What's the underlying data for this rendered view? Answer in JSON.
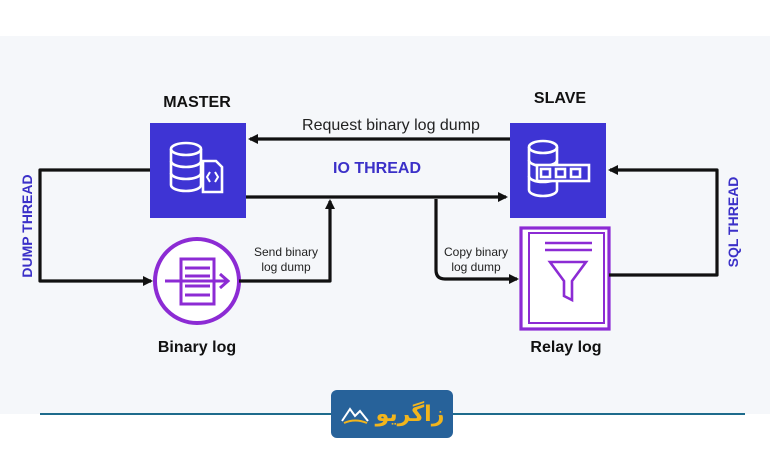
{
  "nodes": {
    "master": "MASTER",
    "slave": "SLAVE",
    "binary_log": "Binary log",
    "relay_log": "Relay log"
  },
  "edges": {
    "request": "Request binary log dump",
    "io_thread": "IO THREAD",
    "send_line1": "Send binary",
    "send_line2": "log dump",
    "copy_line1": "Copy binary",
    "copy_line2": "log dump",
    "dump_thread": "DUMP THREAD",
    "sql_thread": "SQL THREAD"
  },
  "brand": {
    "logo_text": "زاگریو"
  },
  "colors": {
    "server_box": "#3e34d4",
    "log_purple": "#8c2bd4",
    "thread_label": "#3b30c8",
    "arrow": "#111111",
    "divider": "#1e6b8c",
    "logo_bg": "#27629a",
    "logo_text": "#f2b51c"
  },
  "icons": [
    "database-document-icon",
    "database-cluster-icon",
    "binary-log-icon",
    "relay-log-funnel-icon",
    "logo-mark-icon"
  ]
}
